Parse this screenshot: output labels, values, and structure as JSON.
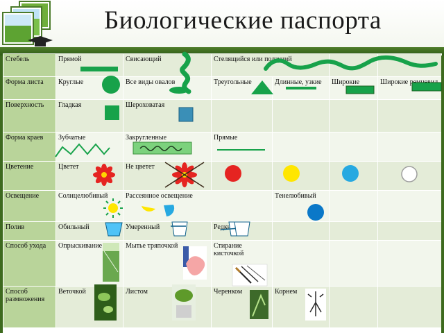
{
  "title": "Биологические  паспорта",
  "rows": [
    {
      "header": "Стебель",
      "cells": [
        "Прямой",
        "Свисающий",
        "Стелящийся или ползучий",
        "",
        "",
        ""
      ]
    },
    {
      "header": "Форма листа",
      "cells": [
        "Круглые",
        "Все виды овалов",
        "Треугольные",
        "Длинные, узкие",
        "Широкие",
        "Широкие ремневид"
      ]
    },
    {
      "header": "Поверхность",
      "cells": [
        "Гладкая",
        "Шероховатая",
        "",
        "",
        "",
        ""
      ]
    },
    {
      "header": "Форма краев",
      "cells": [
        "Зубчатые",
        "Закругленные",
        "Прямые",
        "",
        "",
        ""
      ]
    },
    {
      "header": "Цветение",
      "cells": [
        "Цветет",
        "Не цветет",
        "",
        "",
        "",
        ""
      ]
    },
    {
      "header": "Освещение",
      "cells": [
        "Солнцелюбивый",
        "Рассеянное освещение",
        "",
        "Тенелюбивый",
        "",
        ""
      ]
    },
    {
      "header": "Полив",
      "cells": [
        "Обильный",
        "Умеренный",
        "Редкий",
        "",
        "",
        ""
      ]
    },
    {
      "header": "Способ ухода",
      "cells": [
        "Опрыскивание",
        "Мытье тряпочкой",
        "Стирание кисточкой",
        "",
        "",
        ""
      ]
    },
    {
      "header": "Способ размножения",
      "cells": [
        "Веточкой",
        "Листом",
        "Черенком",
        "Корнем",
        "",
        ""
      ]
    }
  ],
  "colors": {
    "stem_green": "#17a24a",
    "flower_red": "#e52421",
    "flower_yellow": "#ffe600",
    "flower_blue": "#27a9e1",
    "shade_blue": "#0b78c8",
    "water_blue": "#4fc3f7",
    "card_blue": "#3a8fb7"
  },
  "icons": [
    "straight-stem-icon",
    "hanging-stem-icon",
    "creeping-stem-icon",
    "round-leaf-icon",
    "oval-leaf-icon",
    "triangle-leaf-icon",
    "narrow-leaf-icon",
    "wide-leaf-icon",
    "strap-leaf-icon",
    "smooth-surface-icon",
    "rough-surface-icon",
    "serrated-edge-icon",
    "rounded-edge-icon",
    "straight-edge-icon",
    "red-flower-icon",
    "crossed-flower-icon",
    "red-circle-icon",
    "yellow-circle-icon",
    "blue-circle-icon",
    "white-circle-icon",
    "sun-icon",
    "half-sun-icon",
    "shade-circle-icon",
    "full-glass-icon",
    "half-glass-icon",
    "low-glass-icon",
    "empty-glass-icon",
    "spray-photo",
    "cloth-photo",
    "brush-photo",
    "twig-photo",
    "leaf-photo",
    "cutting-photo",
    "root-photo"
  ]
}
